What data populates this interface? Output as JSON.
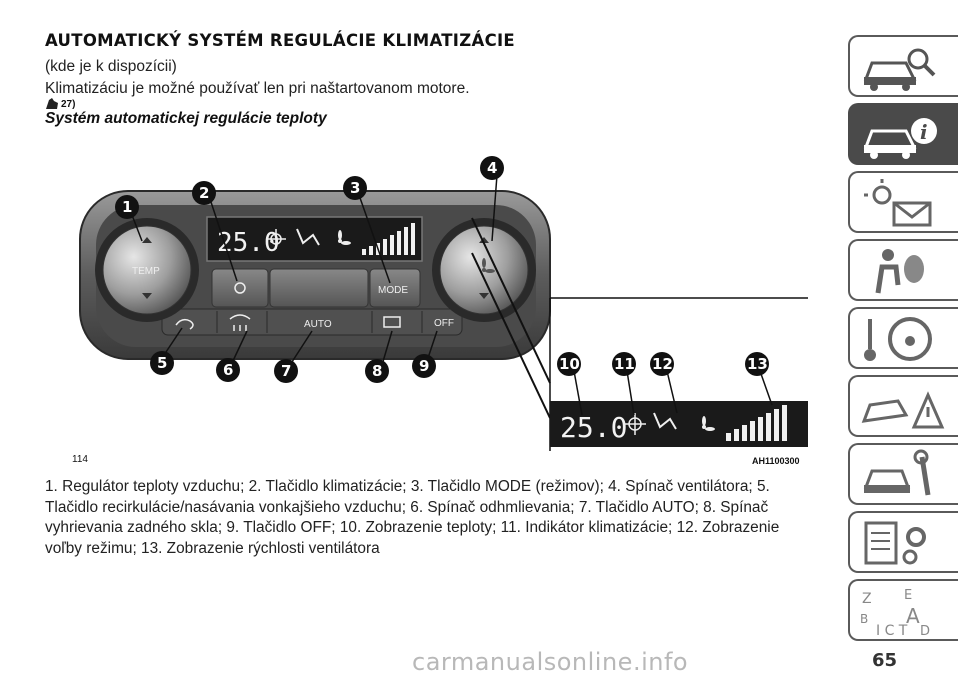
{
  "heading": "AUTOMATICKÝ SYSTÉM REGULÁCIE KLIMATIZÁCIE",
  "availability": "(kde je k dispozícii)",
  "usage_note": "Klimatizáciu je možné používať len pri naštartovanom motore.",
  "warning_ref": "27)",
  "subheading": "Systém automatickej regulácie teploty",
  "figure": {
    "number": "114",
    "code": "AH1100300",
    "display_temp": "25.0",
    "knob_left_label": "TEMP",
    "button_mode": "MODE",
    "button_auto": "AUTO",
    "button_off": "OFF",
    "callouts": [
      "1",
      "2",
      "3",
      "4",
      "5",
      "6",
      "7",
      "8",
      "9",
      "10",
      "11",
      "12",
      "13"
    ]
  },
  "caption": "1. Regulátor teploty vzduchu; 2. Tlačidlo klimatizácie; 3. Tlačidlo MODE (režimov); 4. Spínač ventilátora; 5. Tlačidlo recirkulácie/nasávania vonkajšieho vzduchu; 6. Spínač odhmlievania; 7. Tlačidlo AUTO; 8. Spínač vyhrievania zadného skla; 9. Tlačidlo OFF; 10. Zobrazenie teploty; 11. Indikátor klimatizácie; 12. Zobrazenie voľby režimu; 13. Zobrazenie rýchlosti ventilátora",
  "page_number": "65",
  "watermark": "carmanualsonline.info",
  "tabs": [
    "car-search-icon",
    "car-info-icon",
    "warning-lights-icon",
    "airbag-person-icon",
    "steering-key-icon",
    "car-crash-warning-icon",
    "car-wrench-icon",
    "settings-list-icon",
    "alphabet-index-icon"
  ]
}
